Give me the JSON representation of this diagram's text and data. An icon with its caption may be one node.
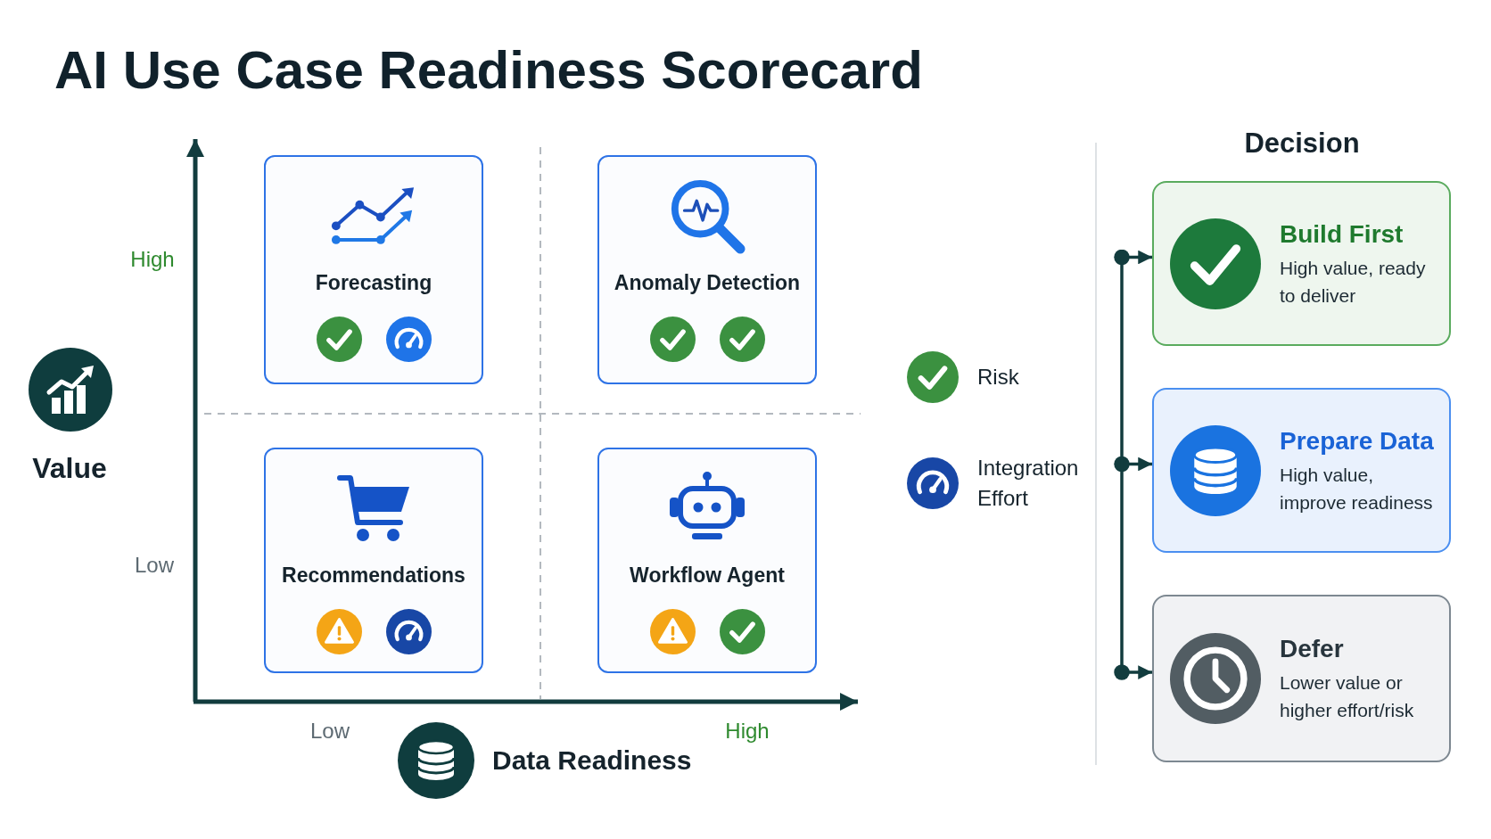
{
  "diagram": {
    "title": "AI Use Case Readiness Scorecard",
    "nodes": [
      {
        "text": [
          "Forecasting"
        ]
      },
      {
        "text": [
          "Anomaly Detection"
        ]
      },
      {
        "text": [
          "Recommendations"
        ]
      },
      {
        "text": [
          "Workflow Agent"
        ]
      },
      {
        "text": [
          "Build First",
          "High value, ready to deliver"
        ]
      },
      {
        "text": [
          "Prepare Data",
          "High value, improve readiness"
        ]
      },
      {
        "text": [
          "Defer",
          "Lower value or higher effort/risk"
        ]
      }
    ],
    "edges": [
      {
        "from": null,
        "to": 4,
        "arrow": "to"
      },
      {
        "from": null,
        "to": 5,
        "arrow": "to"
      },
      {
        "from": null,
        "to": 6,
        "arrow": "to"
      }
    ],
    "labels": [
      "High",
      "Value",
      "Low",
      "Low",
      "High",
      "Data Readiness",
      "Decision"
    ],
    "legend": [
      {
        "text": "Risk"
      },
      {
        "text": "Integration Effort"
      }
    ]
  }
}
